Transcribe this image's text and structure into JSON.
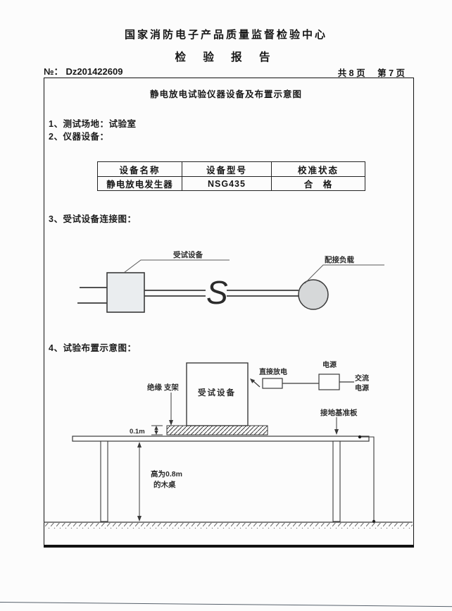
{
  "header": {
    "org_title": "国家消防电子产品质量监督检验中心",
    "report_title": "检 验 报 告",
    "report_no_label": "№：",
    "report_no": "Dz201422609",
    "pages_total": "共 8 页",
    "page_current": "第 7 页"
  },
  "section": {
    "box_title": "静电放电试验仪器设备及布置示意图",
    "item_1": "1、测试场地：试验室",
    "item_2": "2、仪器设备：",
    "item_3": "3、受试设备连接图：",
    "item_4": "4、试验布置示意图："
  },
  "equipment_table": {
    "headers": [
      "设备名称",
      "设备型号",
      "校准状态"
    ],
    "rows": [
      {
        "name": "静电放电发生器",
        "model": "NSG435",
        "status": "合　格"
      }
    ]
  },
  "connection_diagram": {
    "eut_label": "受试设备",
    "load_label": "配接负载",
    "break_symbol": "S"
  },
  "layout_diagram": {
    "insulating_support_label": "绝缘 支架",
    "eut_label": "受试设备",
    "direct_discharge_label": "直接放电",
    "power_supply_label": "电源",
    "ac_line1": "交流",
    "ac_line2": "电源",
    "ground_plane_label": "接地基准板",
    "support_height": "0.1m",
    "table_height_line1": "高为0.8m",
    "table_height_line2": "的木桌"
  },
  "colors": {
    "eut_fill": "#eaedef",
    "load_fill": "#d6d8d9"
  }
}
